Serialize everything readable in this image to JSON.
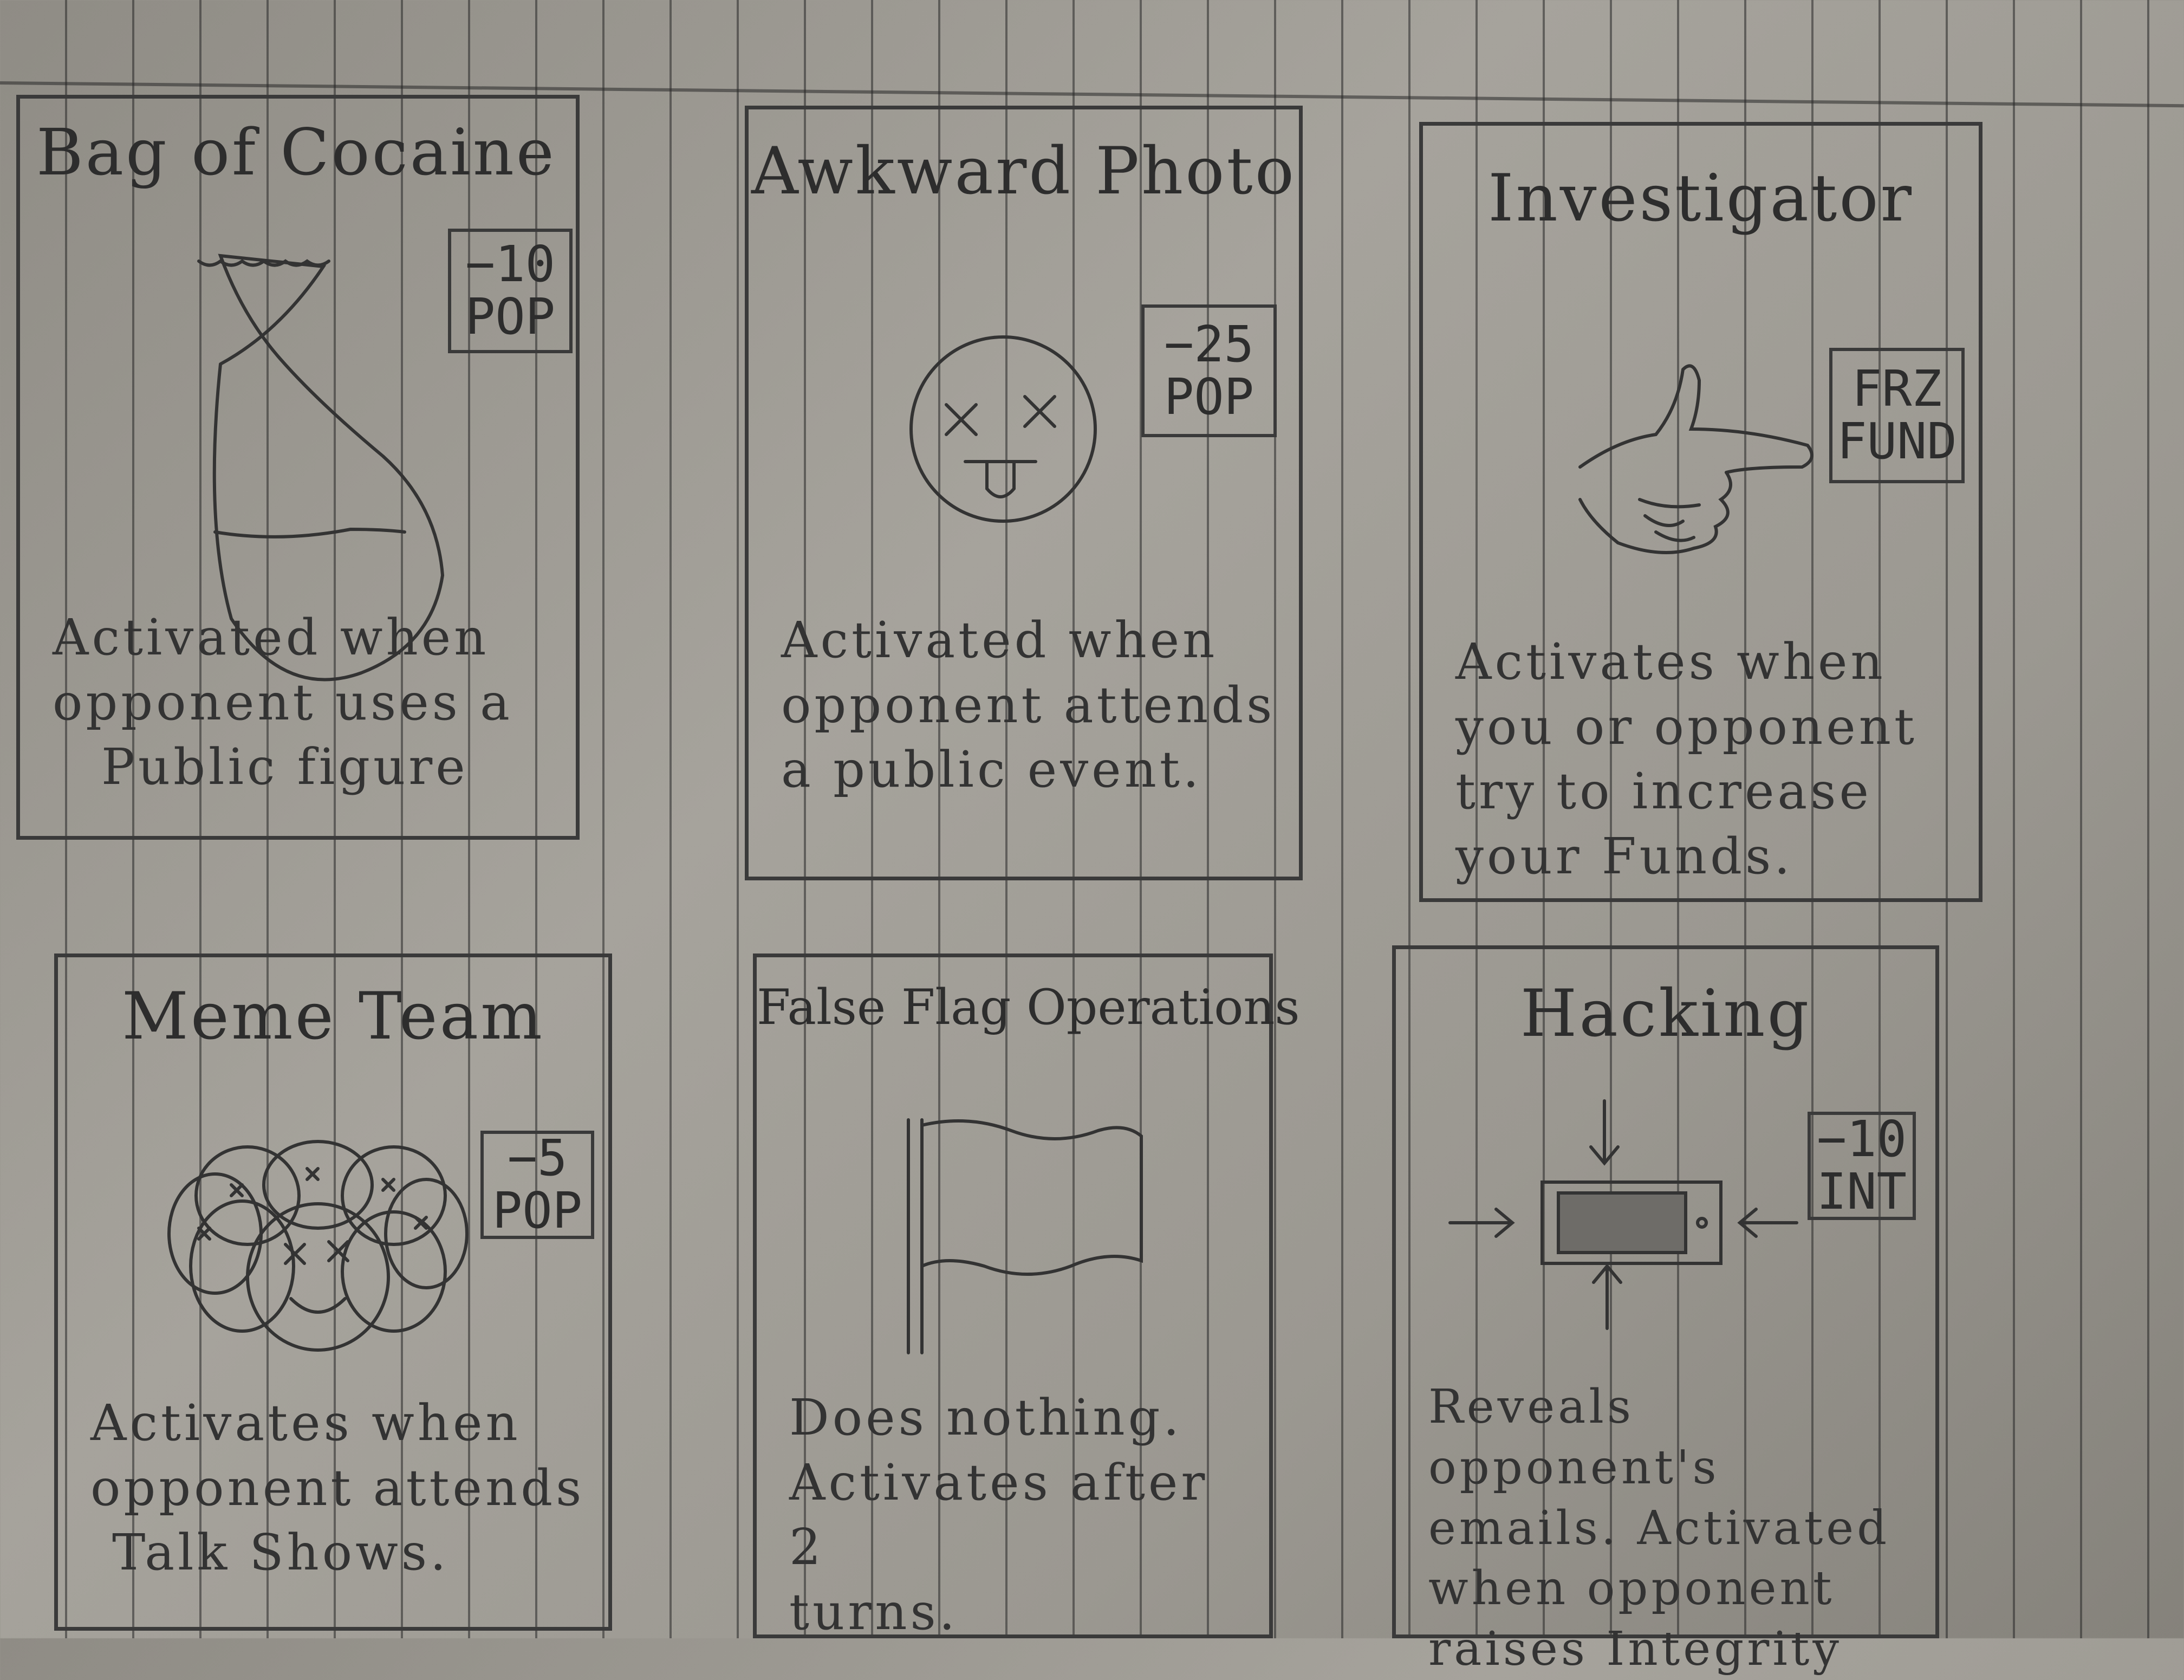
{
  "cards": [
    {
      "title": "Bag of Cocaine",
      "badge": [
        "−10",
        "POP"
      ],
      "description": [
        "Activated when",
        "opponent uses a",
        "Public figure"
      ],
      "icon": "bag-icon"
    },
    {
      "title": "Awkward Photo",
      "badge": [
        "−25",
        "POP"
      ],
      "description": [
        "Activated when",
        "opponent attends",
        "a public event."
      ],
      "icon": "dizzy-face-icon"
    },
    {
      "title": "Investigator",
      "badge": [
        "FRZ",
        "FUND"
      ],
      "description": [
        "Activates when",
        "you or opponent",
        "try to increase",
        "your Funds."
      ],
      "icon": "pointing-hand-icon"
    },
    {
      "title": "Meme Team",
      "badge": [
        "−5",
        "POP"
      ],
      "description": [
        "Activates when",
        "opponent attends",
        "Talk Shows."
      ],
      "icon": "crowd-faces-icon"
    },
    {
      "title": "False Flag Operations",
      "badge": [],
      "description": [
        "Does nothing.",
        "Activates after 2",
        "turns."
      ],
      "icon": "flag-icon"
    },
    {
      "title": "Hacking",
      "badge": [
        "−10",
        "INT"
      ],
      "description": [
        "Reveals opponent's",
        "emails. Activated",
        "when opponent",
        "raises Integrity"
      ],
      "icon": "computer-target-icon"
    }
  ]
}
